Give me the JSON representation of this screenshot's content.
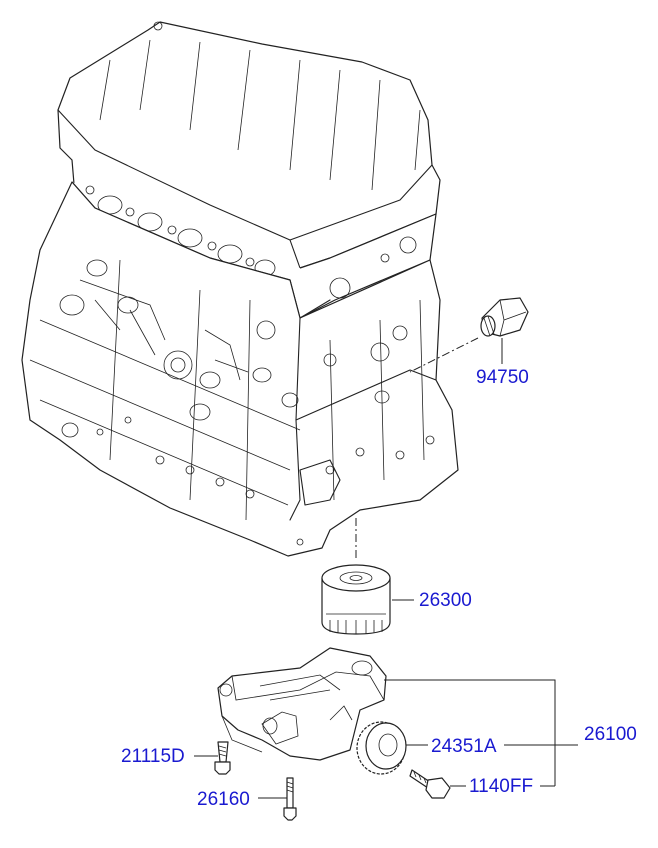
{
  "parts": {
    "p94750": "94750",
    "p26300": "26300",
    "p26100": "26100",
    "p24351A": "24351A",
    "p21115D": "21115D",
    "p26160": "26160",
    "p1140FF": "1140FF"
  },
  "colors": {
    "label": "#1a1ad0",
    "line": "#222222",
    "background": "#ffffff"
  }
}
